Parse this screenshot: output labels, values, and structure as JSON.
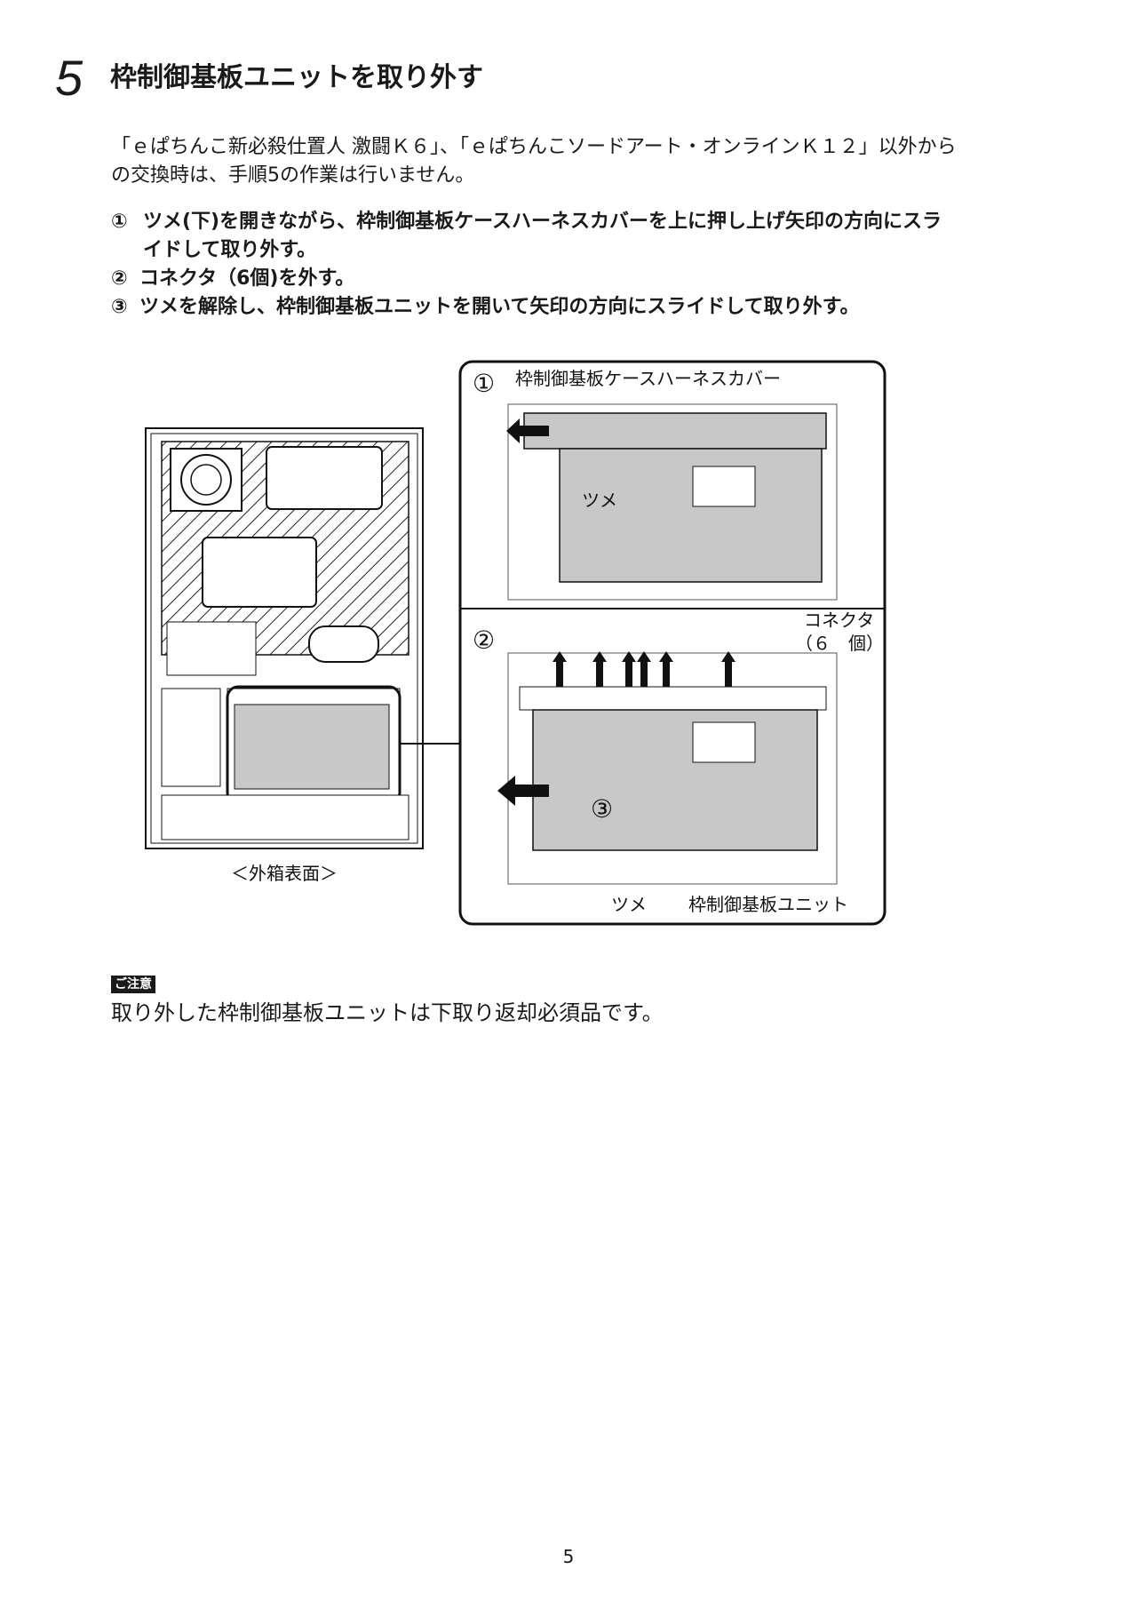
{
  "step": {
    "number": "5",
    "title": "枠制御基板ユニットを取り外す"
  },
  "note": {
    "line1": "「ｅぱちんこ新必殺仕置人 激闘Ｋ６」、「ｅぱちんこソードアート・オンラインＫ１２」以外から",
    "line2": "の交換時は、手順5の作業は行いません。"
  },
  "steps": [
    {
      "marker": "①",
      "line1": "ツメ(下)を開きながら、枠制御基板ケースハーネスカバーを上に押し上げ矢印の方向にスラ",
      "line2": "イドして取り外す。"
    },
    {
      "marker": "②",
      "text": "コネクタ（6個)を外す。"
    },
    {
      "marker": "③",
      "text": "ツメを解除し、枠制御基板ユニットを開いて矢印の方向にスライドして取り外す。"
    }
  ],
  "figure": {
    "left_caption": "＜外箱表面＞",
    "panel1": {
      "marker": "①",
      "label": "枠制御基板ケースハーネスカバー",
      "tab_label": "ツメ"
    },
    "panel2": {
      "marker": "②",
      "connector_label": "コネクタ",
      "connector_count": "（６　個）",
      "marker3": "③",
      "tab_label": "ツメ",
      "unit_label": "枠制御基板ユニット"
    }
  },
  "caution": {
    "badge": "ご注意",
    "text": "取り外した枠制御基板ユニットは下取り返却必須品です。"
  },
  "page_number": "5"
}
